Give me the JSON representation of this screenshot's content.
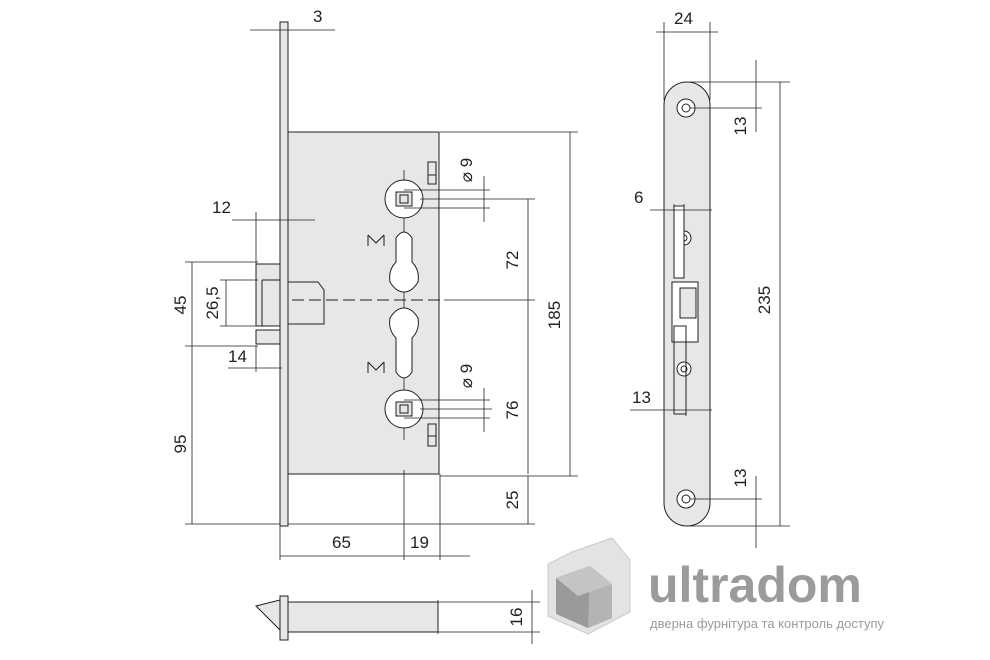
{
  "dimensions": {
    "faceplate_thickness": "3",
    "latch_offset": "12",
    "latch_height": "45",
    "latch_inner": "26,5",
    "latch_projection": "14",
    "bottom_to_latch": "95",
    "backset": "65",
    "cylinder_offset": "19",
    "spindle_upper": "72",
    "spindle_lower": "76",
    "case_height": "185",
    "case_bottom": "25",
    "screw_diameter_top": "⌀ 9",
    "screw_diameter_bottom": "⌀ 9",
    "side_width": "24",
    "side_top_margin": "13",
    "side_slot": "6",
    "side_mid": "13",
    "side_bottom_margin": "13",
    "faceplate_length": "235",
    "bottom_view_thickness": "16"
  },
  "brand": {
    "name": "ultradom",
    "tagline": "дверна фурнітура та контроль доступу"
  }
}
